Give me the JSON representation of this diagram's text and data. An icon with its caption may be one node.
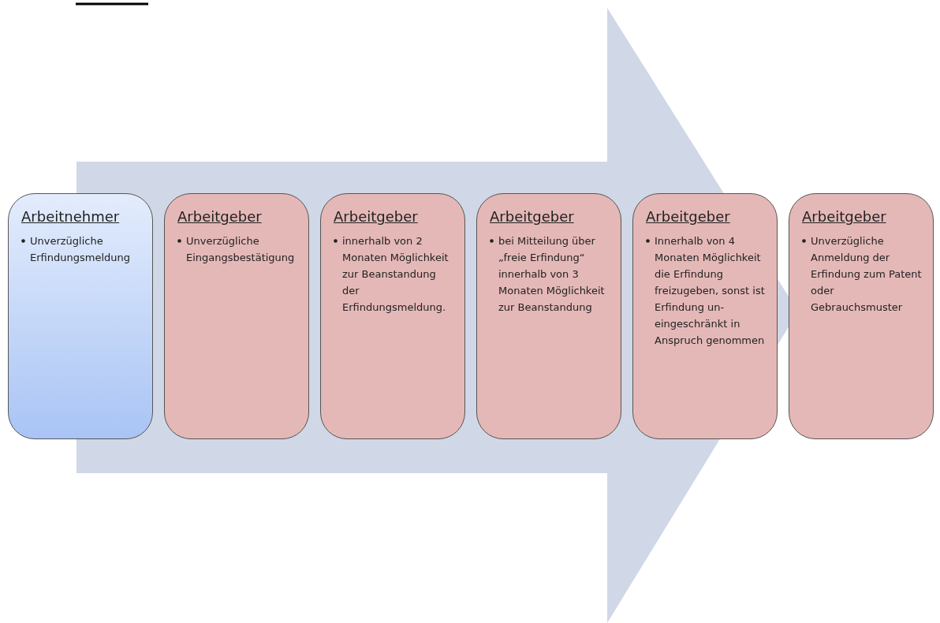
{
  "diagram": {
    "nodes": [
      {
        "text": [],
        "shape": "arrow"
      },
      {
        "text": [
          "Arbeitnehmer",
          "Unverzügliche Erfindungsmeldung"
        ]
      },
      {
        "text": [
          "Arbeitgeber",
          "Unverzügliche Eingangsbestätigung"
        ],
        "in": 0
      },
      {
        "text": [
          "Arbeitgeber",
          "innerhalb von 2 Monaten Möglichkeit zur Beanstandung der Erfindungsmeldung."
        ],
        "in": 0
      },
      {
        "text": [
          "Arbeitgeber",
          "bei Mitteilung über „freie Erfindung“ innerhalb von 3 Monaten Möglichkeit zur Beanstandung"
        ],
        "in": 0
      },
      {
        "text": [
          "Arbeitgeber",
          "Innerhalb von 4 Monaten Möglichkeit die Erfindung freizugeben, sonst ist Erfindung un- eingeschränkt in Anspruch genommen"
        ],
        "in": 0
      },
      {
        "text": [
          "Arbeitgeber",
          "Unverzügliche Anmeldung der Erfindung zum Patent oder Gebrauchsmuster"
        ]
      }
    ],
    "edges": []
  }
}
